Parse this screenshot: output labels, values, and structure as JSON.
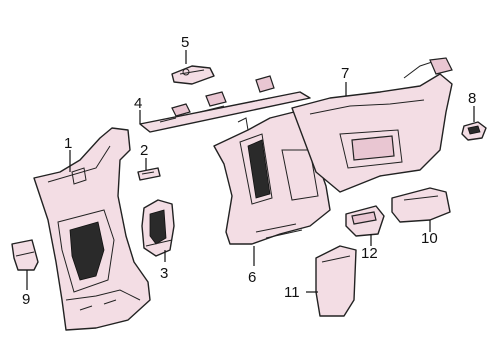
{
  "diagram": {
    "callouts": [
      {
        "id": "1",
        "label": "1"
      },
      {
        "id": "2",
        "label": "2"
      },
      {
        "id": "3",
        "label": "3"
      },
      {
        "id": "4",
        "label": "4"
      },
      {
        "id": "5",
        "label": "5"
      },
      {
        "id": "6",
        "label": "6"
      },
      {
        "id": "7",
        "label": "7"
      },
      {
        "id": "8",
        "label": "8"
      },
      {
        "id": "9",
        "label": "9"
      },
      {
        "id": "10",
        "label": "10"
      },
      {
        "id": "11",
        "label": "11"
      },
      {
        "id": "12",
        "label": "12"
      }
    ],
    "colors": {
      "part_fill": "#f3dde4",
      "outline": "#222222"
    }
  }
}
